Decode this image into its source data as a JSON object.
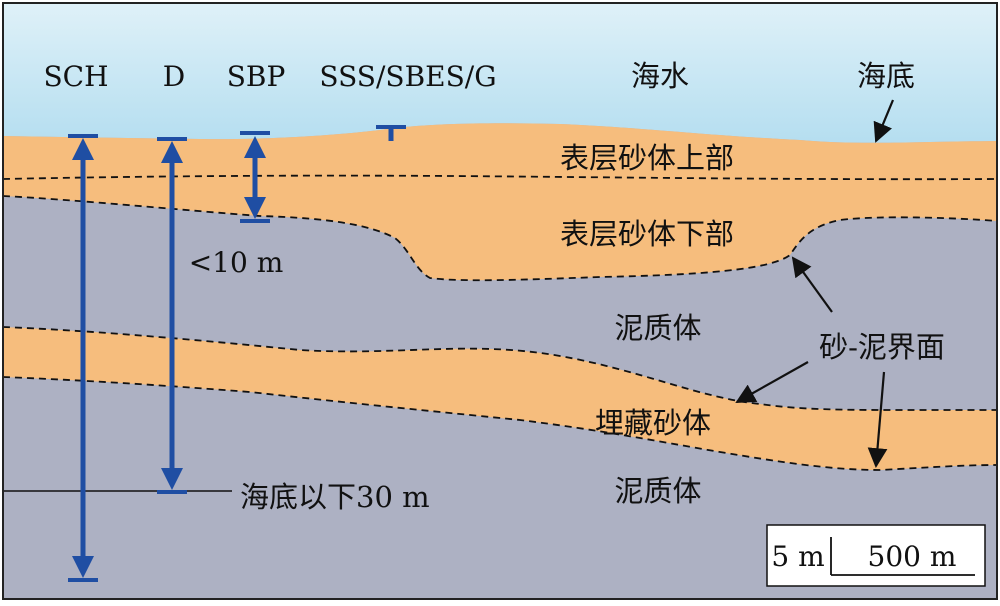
{
  "survey_methods": [
    "SCH",
    "D",
    "SBP",
    "SSS/SBES/G"
  ],
  "labels": {
    "seawater": "海水",
    "seabed": "海底",
    "upper_sand": "表层砂体上部",
    "lower_sand": "表层砂体下部",
    "mud_upper": "泥质体",
    "mud_lower": "泥质体",
    "buried_sand": "埋藏砂体",
    "interface": "砂-泥界面",
    "sbp_depth": "<10 m",
    "d_depth": "海底以下30 m"
  },
  "scale": {
    "vertical": "5 m",
    "horizontal": "500 m"
  },
  "colors": {
    "sea_top": "#d6ecf5",
    "sea_bottom": "#b7dff0",
    "sand": "#f6bd7d",
    "mud": "#adb1c3",
    "arrow_blue": "#1f4ea3"
  }
}
